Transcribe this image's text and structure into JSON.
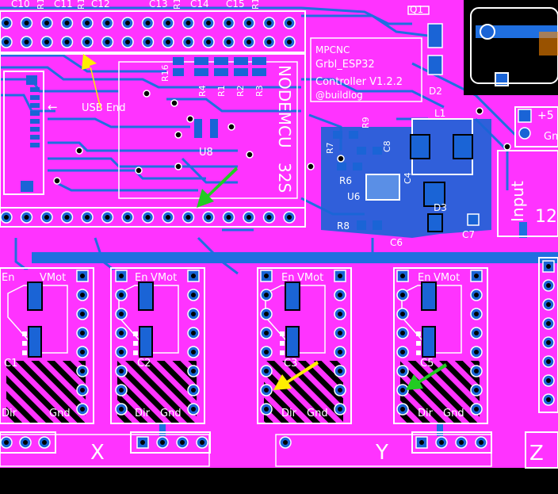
{
  "colors": {
    "board": "#ff33ff",
    "trace": "#1f6fe0",
    "pad": "#1a64d6",
    "silk": "#ffffff",
    "hatch": "#000000",
    "arrow_yellow": "#ffee00",
    "arrow_green": "#22cc22"
  },
  "header_labels": [
    "C10",
    "R1",
    "C11",
    "R1",
    "C12",
    "C13",
    "R1",
    "C14",
    "C15",
    "R1"
  ],
  "nodemcu": {
    "label_line1": "NODEMCU",
    "label_line2": "32S",
    "usb_label": "USB End",
    "arrow_glyph": "←"
  },
  "resistors": [
    "R16",
    "R4",
    "R1",
    "R2",
    "R3"
  ],
  "u8_label": "U8",
  "info": {
    "line1": "MPCNC",
    "line2": "Grbl_ESP32",
    "line3": "Controller V1.2.2",
    "line4": "@buildlog"
  },
  "diode_labels": {
    "q1": "Q1",
    "d2": "D2"
  },
  "regulator": {
    "l1": "L1",
    "r9": "R9",
    "r7": "R7",
    "c8": "C8",
    "r6": "R6",
    "c4": "C4",
    "u6": "U6",
    "d3": "D3",
    "r8": "R8",
    "c6": "C6",
    "c7": "C7"
  },
  "power": {
    "plus_label": "+5",
    "gnd_label": "Gn",
    "input_label": "Input",
    "volt_label": "12"
  },
  "drivers": [
    {
      "en": "En",
      "vmot": "VMot",
      "cap": "C1",
      "dir": "Dir",
      "gnd": "Gnd"
    },
    {
      "en": "En",
      "vmot": "VMot",
      "cap": "C2",
      "dir": "Dir",
      "gnd": "Gnd"
    },
    {
      "en": "En",
      "vmot": "VMot",
      "cap": "C3",
      "dir": "Dir",
      "gnd": "Gnd"
    },
    {
      "en": "En",
      "vmot": "VMot",
      "cap": "C5",
      "dir": "Dir",
      "gnd": "Gnd"
    }
  ],
  "axes": [
    "X",
    "Y",
    "Z"
  ]
}
